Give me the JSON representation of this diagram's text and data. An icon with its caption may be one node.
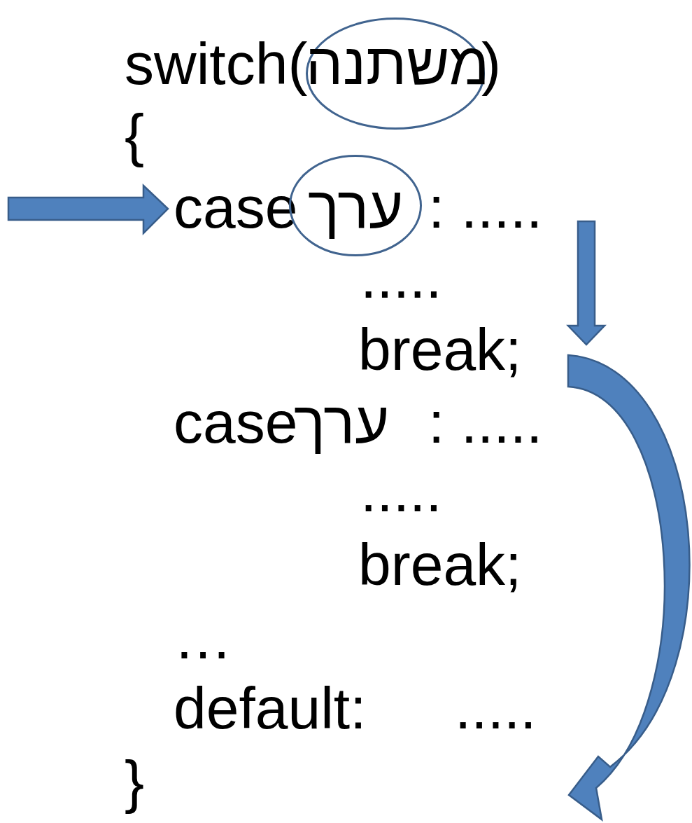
{
  "diagram": {
    "nodes": [
      {
        "text": [
          "משתנה"
        ]
      },
      {
        "text": [
          "ערך"
        ]
      }
    ],
    "labels": [
      "switch(",
      ")",
      "{",
      "case",
      ": .....",
      ".....",
      "break;",
      "case",
      "ערך",
      ": .....",
      ".....",
      "break;",
      "…",
      "default:",
      ".....",
      "}"
    ]
  }
}
